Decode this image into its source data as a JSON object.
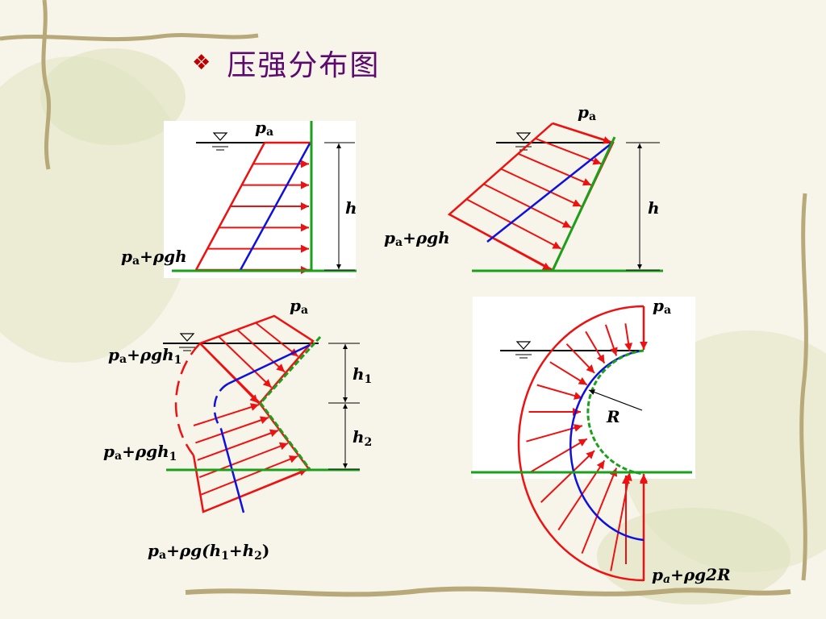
{
  "slide": {
    "title": "压强分布图",
    "bullet_glyph": "❖",
    "colors": {
      "title": "#5c0a6e",
      "bullet": "#c00000",
      "pressure": "#ee1111",
      "wall": "#1aa01a",
      "linear_part": "#1010dd",
      "ink": "#000000"
    }
  },
  "panels": {
    "vertical_wall": {
      "surface_pressure": {
        "base": "p",
        "sub": "a"
      },
      "bottom_pressure": {
        "base": "p",
        "sub": "a",
        "tail": "+ρgh"
      },
      "depth_label": "h"
    },
    "inclined_wall": {
      "surface_pressure": {
        "base": "p",
        "sub": "a"
      },
      "bottom_pressure": {
        "base": "p",
        "sub": "a",
        "tail": "+ρgh"
      },
      "depth_label": "h"
    },
    "broken_wall": {
      "surface_pressure": {
        "base": "p",
        "sub": "a"
      },
      "knee_pressure_upper": {
        "base": "p",
        "sub": "a",
        "tail": "+ρgh",
        "tail_sub": "1"
      },
      "knee_pressure_lower": {
        "base": "p",
        "sub": "a",
        "tail": "+ρgh",
        "tail_sub": "1"
      },
      "bottom_pressure": {
        "base": "p",
        "sub": "a",
        "tail": "+ρg(h",
        "s1": "1",
        "mid": "+h",
        "s2": "2",
        "end": ")"
      },
      "depth_upper": {
        "base": "h",
        "sub": "1"
      },
      "depth_lower": {
        "base": "h",
        "sub": "2"
      }
    },
    "curved_wall": {
      "surface_pressure": {
        "base": "p",
        "sub": "a"
      },
      "bottom_pressure": {
        "base": "p",
        "sub": "a",
        "tail": "+ρg2R"
      },
      "radius_label": "R"
    }
  }
}
